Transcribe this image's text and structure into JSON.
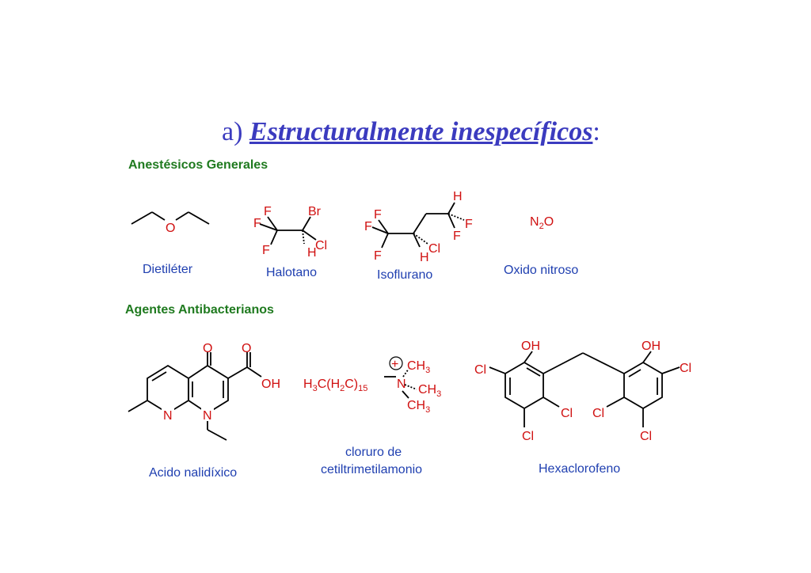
{
  "title": {
    "prefix": "a) ",
    "emphasis": "Estructuralmente inespecíficos",
    "suffix": ":"
  },
  "sections": {
    "anesthetics": "Anestésicos Generales",
    "antibacterials": "Agentes Antibacterianos"
  },
  "captions": {
    "dietileter": "Dietiléter",
    "halotano": "Halotano",
    "isoflurano": "Isoflurano",
    "oxido_nitroso": "Oxido nitroso",
    "acido_nalidixico": "Acido nalidíxico",
    "cloruro_line1": "cloruro de",
    "cloruro_line2": "cetiltrimetilamonio",
    "hexaclorofeno": "Hexaclorofeno"
  },
  "atoms": {
    "O": "O",
    "F": "F",
    "Br": "Br",
    "Cl": "Cl",
    "H": "H",
    "N": "N",
    "OH": "OH",
    "CH": "CH",
    "sub3": "3",
    "sub2": "2",
    "sub15": "15",
    "H3C_prefix": "H",
    "H2C_mid": "C(H",
    "C_close": "C)",
    "plus": "+"
  },
  "colors": {
    "title": "#3b3bbf",
    "section": "#1f7a1f",
    "caption": "#1f3fb0",
    "structure": "#d01010"
  }
}
